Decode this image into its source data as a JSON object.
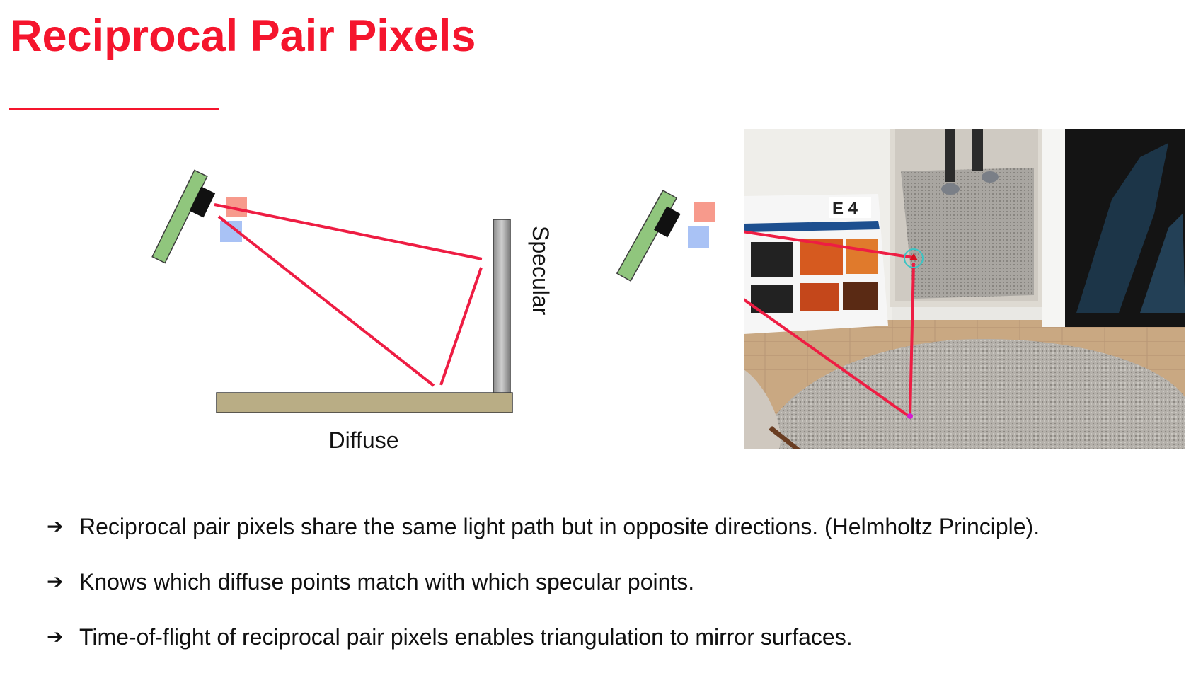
{
  "slide": {
    "title": "Reciprocal Pair Pixels"
  },
  "diagram": {
    "specular_label": "Specular",
    "diffuse_label": "Diffuse"
  },
  "colors": {
    "title": "#f5152d",
    "light_path": "#ee1d43",
    "sensor_board": "#90c67d",
    "sensor": "#111111",
    "pixel_red": "#f79a8c",
    "pixel_blue": "#a9c2f5",
    "diffuse_surface": "#b9ad85",
    "specular_surface": "#9a9a9a"
  },
  "bullets": [
    {
      "icon": "arrow-right-icon",
      "text": "Reciprocal pair pixels share the same light path but in opposite directions. (Helmholtz Principle)."
    },
    {
      "icon": "arrow-right-icon",
      "text": "Knows which diffuse points match with which specular points."
    },
    {
      "icon": "arrow-right-icon",
      "text": "Time-of-flight of reciprocal pair pixels enables triangulation to mirror surfaces."
    }
  ]
}
